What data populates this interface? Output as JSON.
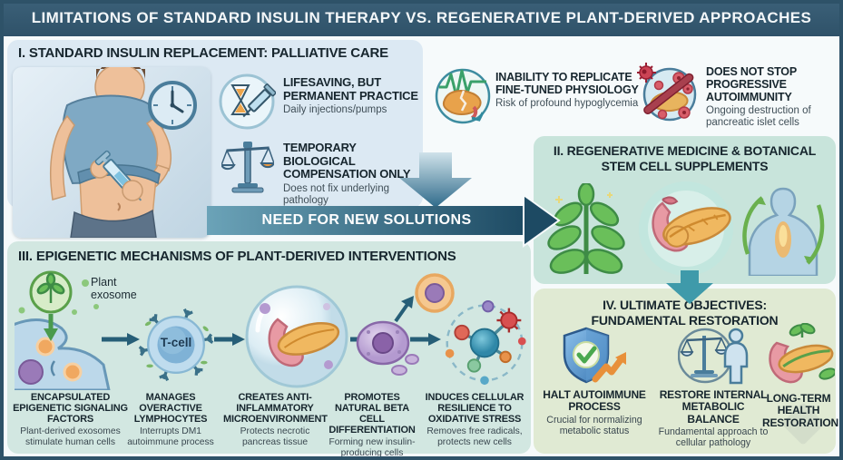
{
  "title": "LIMITATIONS OF STANDARD INSULIN THERAPY VS. REGENERATIVE PLANT-DERIVED APPROACHES",
  "colors": {
    "frame": "#2e5268",
    "title_bar": "#34596f",
    "panel1_bg": "#dce9f3",
    "panel2_bg": "#c8e4db",
    "panel3_bg": "#d2e7e1",
    "panel4_bg": "#e0ead3",
    "banner_light": "#6ba3b8",
    "banner_dark": "#1d4a63",
    "accent_green": "#4aa84e",
    "accent_orange": "#e8923a",
    "heading_text": "#17262e"
  },
  "section1": {
    "header": "I. STANDARD INSULIN REPLACEMENT: PALLIATIVE CARE",
    "illustration": "person-injecting-insulin-with-clock",
    "items": [
      {
        "icon": "hourglass-syringe-icon",
        "title": "LIFESAVING, BUT PERMANENT PRACTICE",
        "subtitle": "Daily injections/pumps"
      },
      {
        "icon": "balance-scale-icon",
        "title": "TEMPORARY BIOLOGICAL COMPENSATION ONLY",
        "subtitle": "Does not fix underlying pathology"
      }
    ]
  },
  "limitations": [
    {
      "icon": "pancreas-ecg-icon",
      "title": "INABILITY TO REPLICATE FINE-TUNED PHYSIOLOGY",
      "subtitle": "Risk of profound hypoglycemia"
    },
    {
      "icon": "pancreas-no-autoimmunity-icon",
      "title": "DOES NOT STOP PROGRESSIVE AUTOIMMUNITY",
      "subtitle": "Ongoing destruction of pancreatic islet cells"
    }
  ],
  "banner": {
    "label": "NEED FOR NEW SOLUTIONS"
  },
  "section2": {
    "header_line1": "II. REGENERATIVE MEDICINE & BOTANICAL",
    "header_line2": "STEM CELL SUPPLEMENTS",
    "icons": [
      "plant-icon",
      "pancreas-icon",
      "human-body-icon"
    ]
  },
  "section3": {
    "header": "III. EPIGENETIC MECHANISMS OF PLANT-DERIVED INTERVENTIONS",
    "exosome_label": "Plant exosome",
    "tcell_label": "T-cell",
    "steps": [
      {
        "icon": "exosome-cell-icon",
        "title": "ENCAPSULATED EPIGENETIC SIGNALING FACTORS",
        "subtitle": "Plant-derived exosomes stimulate human cells"
      },
      {
        "icon": "t-cell-icon",
        "title": "MANAGES OVERACTIVE LYMPHOCYTES",
        "subtitle": "Interrupts DM1 autoimmune process"
      },
      {
        "icon": "pancreas-bubble-icon",
        "title": "CREATES ANTI-INFLAMMATORY MICROENVIRONMENT",
        "subtitle": "Protects necrotic pancreas tissue"
      },
      {
        "icon": "cell-differentiation-icon",
        "title": "PROMOTES NATURAL BETA CELL DIFFERENTIATION",
        "subtitle": "Forming new insulin-producing cells"
      },
      {
        "icon": "molecule-icon",
        "title": "INDUCES CELLULAR RESILIENCE TO OXIDATIVE STRESS",
        "subtitle": "Removes free radicals, protects new cells"
      }
    ]
  },
  "section4": {
    "header_line1": "IV. ULTIMATE OBJECTIVES:",
    "header_line2": "FUNDAMENTAL RESTORATION",
    "items": [
      {
        "icon": "shield-check-icon",
        "title": "HALT AUTOIMMUNE PROCESS",
        "subtitle": "Crucial for normalizing metabolic status"
      },
      {
        "icon": "scales-person-icon",
        "title": "RESTORE INTERNAL METABOLIC BALANCE",
        "subtitle": "Fundamental approach to cellular pathology"
      },
      {
        "icon": "pancreas-leaves-icon",
        "title": "LONG-TERM HEALTH RESTORATION",
        "subtitle": ""
      }
    ]
  }
}
